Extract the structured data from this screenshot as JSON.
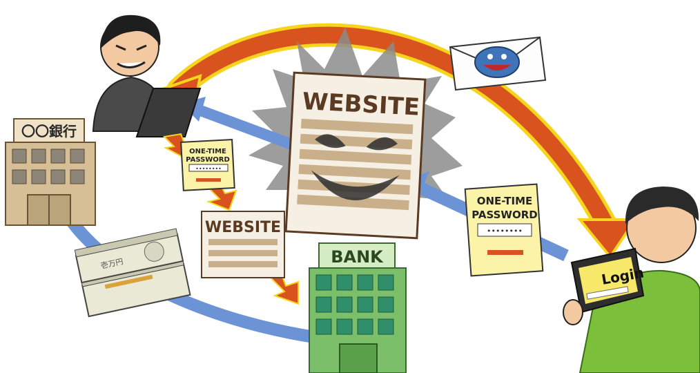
{
  "labels": {
    "website_main": "WEBSITE",
    "website_small": "WEBSITE",
    "bank_sign": "BANK",
    "local_bank_sign": "〇〇銀行",
    "otp_small_line1": "ONE-TIME",
    "otp_small_line2": "PASSWORD",
    "otp_small_dots": "••••••••",
    "otp_large_line1": "ONE-TIME",
    "otp_large_line2": "PASSWORD",
    "otp_large_dots": "••••••••",
    "login_screen": "Login",
    "banknote_text": "壱万円"
  },
  "colors": {
    "red_arrow": "#d9531e",
    "red_arrow_outline": "#f7d51d",
    "blue_arrow": "#6b93d6",
    "bank_green": "#7bbf6a",
    "local_bank_tan": "#d6bf97",
    "otp_yellow": "#fbf3a8",
    "website_paper": "#f6efe4",
    "spiky_gray": "#8c8c8c"
  }
}
